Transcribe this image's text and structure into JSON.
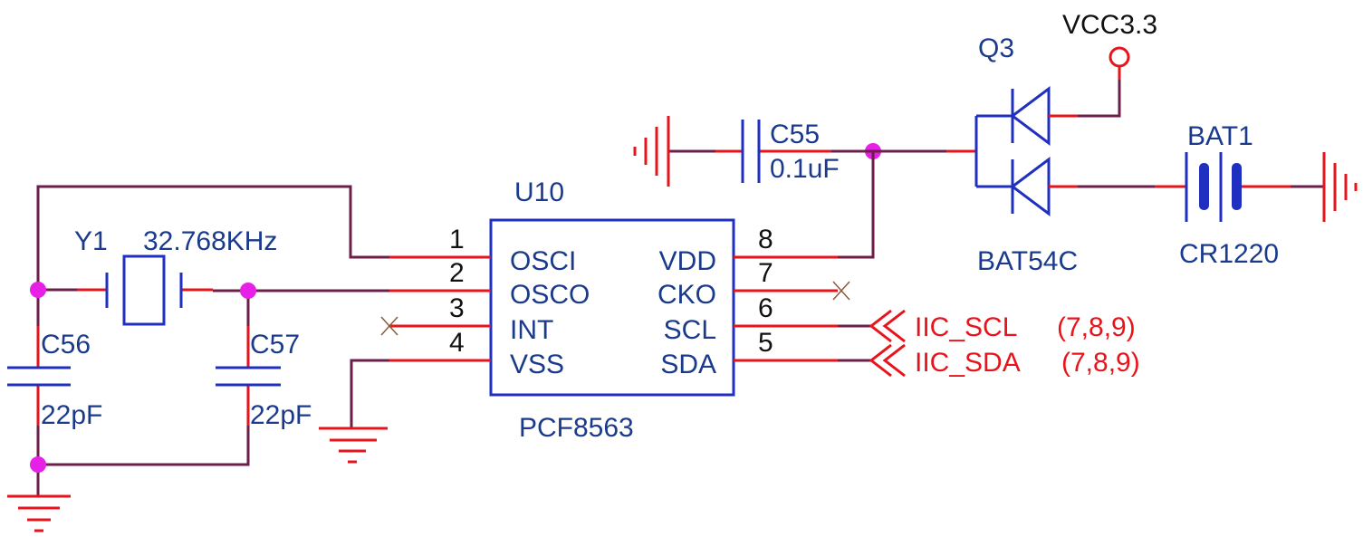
{
  "ic": {
    "ref": "U10",
    "part": "PCF8563",
    "left_pins": [
      {
        "num": "1",
        "name": "OSCI"
      },
      {
        "num": "2",
        "name": "OSCO"
      },
      {
        "num": "3",
        "name": "INT"
      },
      {
        "num": "4",
        "name": "VSS"
      }
    ],
    "right_pins": [
      {
        "num": "8",
        "name": "VDD"
      },
      {
        "num": "7",
        "name": "CKO"
      },
      {
        "num": "6",
        "name": "SCL"
      },
      {
        "num": "5",
        "name": "SDA"
      }
    ]
  },
  "crystal": {
    "ref": "Y1",
    "value": "32.768KHz"
  },
  "caps": {
    "c56": {
      "ref": "C56",
      "value": "22pF"
    },
    "c57": {
      "ref": "C57",
      "value": "22pF"
    },
    "c55": {
      "ref": "C55",
      "value": "0.1uF"
    }
  },
  "diode": {
    "ref": "Q3",
    "part": "BAT54C"
  },
  "power": {
    "vcc": "VCC3.3"
  },
  "battery": {
    "ref": "BAT1",
    "part": "CR1220"
  },
  "nets": [
    {
      "name": "IIC_SCL",
      "pages": "(7,8,9)"
    },
    {
      "name": "IIC_SDA",
      "pages": "(7,8,9)"
    }
  ],
  "colors": {
    "component_text": "#1a3a8c",
    "pin_number_text": "#111111",
    "net_label": "#e8141c",
    "wire": "#6b1f4a",
    "pin_line": "#e8141c",
    "component_body": "#1f2fbf",
    "junction": "#e620e6"
  }
}
